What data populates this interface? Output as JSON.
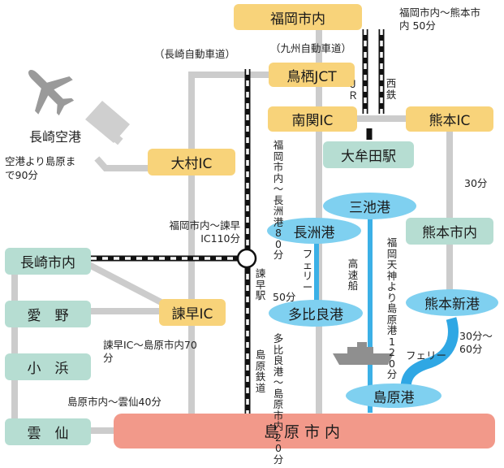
{
  "places": {
    "fukuoka": "福岡市内",
    "tosu_jct": "鳥栖JCT",
    "nankan_ic": "南関IC",
    "kumamoto_ic": "熊本IC",
    "omuta_station": "大牟田駅",
    "miike_port": "三池港",
    "nagasu_port": "長洲港",
    "kumamoto_city": "熊本市内",
    "taira_port": "多比良港",
    "kumamoto_shinko": "熊本新港",
    "shimabara_port": "島原港",
    "shimabara_city": "島原市内",
    "omura_ic": "大村IC",
    "isahaya_ic": "諫早IC",
    "nagasaki_airport": "長崎空港",
    "nagasaki_city": "長崎市内",
    "aino": "愛　野",
    "obama": "小　浜",
    "unzen": "雲　仙"
  },
  "roads": {
    "nagasaki_expressway": "（長崎自動車道）",
    "kyushu_expressway": "（九州自動車道）",
    "jr": "ＪＲ",
    "nishitetsu": "西鉄",
    "isahaya_station": "諫早駅",
    "shimabara_railway": "島原鉄道",
    "ferry": "フェリー",
    "ferry2": "フェリー",
    "high_speed_boat": "高速船"
  },
  "times": {
    "fukuoka_kumamoto": "福岡市内～熊本市内 50分",
    "airport_shimabara": "空港より島原まで90分",
    "fukuoka_isahaya": "福岡市内～諫早IC110分",
    "isahaya_shimabara": "諫早IC～島原市内70分",
    "shimabara_unzen": "島原市内～雲仙40分",
    "fukuoka_nagasu": "福岡市内～長洲港80分",
    "ferry_nagasu": "50分",
    "taira_shimabara": "多比良港～島原市内20分",
    "tenjin_shimabara": "福岡天神より島原港120分",
    "kumamoto_ic_city": "30分",
    "shinko_ferry": "30分～60分"
  },
  "colors": {
    "road": "#cccccc",
    "yellow_box": "#f8d37a",
    "green_box": "#b6ddd2",
    "sea_route": "#3bb0e6",
    "port": "#7fd0f0",
    "destination": "#f2998a",
    "rail": "#111111"
  },
  "icons": [
    "airplane-icon",
    "ship-icon"
  ]
}
